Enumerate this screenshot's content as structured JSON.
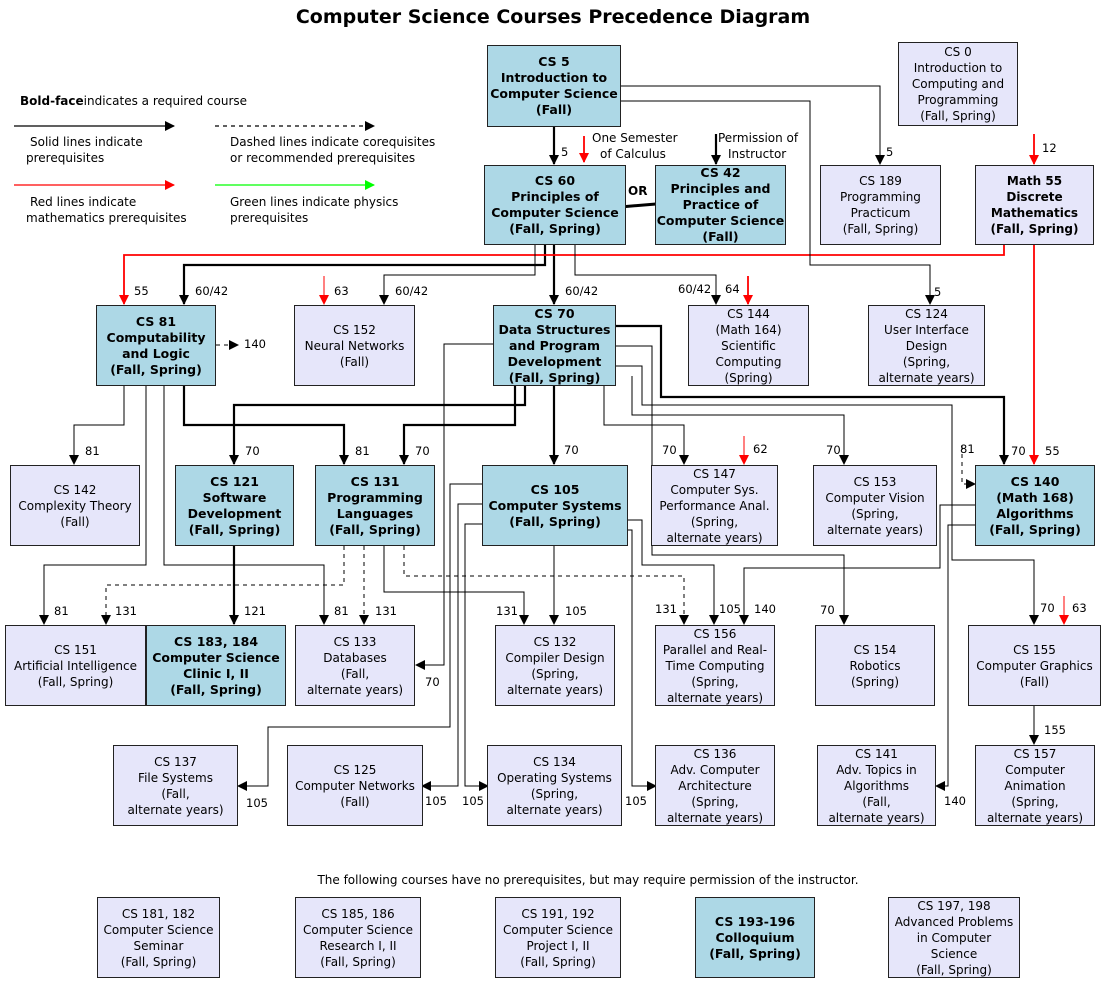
{
  "title": "Computer Science Courses Precedence Diagram",
  "legend": {
    "bold_face_word": "Bold-face",
    "bold_face_rest": "indicates a required course",
    "solid_1": "Solid lines indicate",
    "solid_2": "prerequisites",
    "dashed_1": "Dashed lines indicate corequisites",
    "dashed_2": "or recommended prerequisites",
    "red_1": "Red lines indicate",
    "red_2": "mathematics  prerequisites",
    "green_1": "Green lines indicate physics",
    "green_2": "prerequisites",
    "colors": {
      "solid": "#000000",
      "red": "#ff0000",
      "green": "#00ff00"
    }
  },
  "courses": {
    "cs5": [
      "CS 5",
      "Introduction to",
      "Computer Science",
      "(Fall)"
    ],
    "cs0": [
      "CS 0",
      "Introduction to",
      "Computing and",
      "Programming",
      "(Fall, Spring)"
    ],
    "cs60": [
      "CS 60",
      "Principles of",
      "Computer Science",
      "(Fall, Spring)"
    ],
    "cs42": [
      "CS 42",
      "Principles and",
      "Practice of",
      "Computer Science",
      "(Fall)"
    ],
    "cs189": [
      "CS 189",
      "Programming",
      "Practicum",
      "(Fall, Spring)"
    ],
    "math55": [
      "Math 55",
      "Discrete",
      "Mathematics",
      "(Fall, Spring)"
    ],
    "cs81": [
      "CS 81",
      "Computability",
      "and Logic",
      "(Fall, Spring)"
    ],
    "cs152": [
      "CS 152",
      "Neural Networks",
      "(Fall)"
    ],
    "cs70": [
      "CS 70",
      "Data Structures",
      "and Program",
      "Development",
      "(Fall, Spring)"
    ],
    "cs144": [
      "CS 144",
      "(Math 164)",
      "Scientific",
      "Computing",
      "(Spring)"
    ],
    "cs124": [
      "CS 124",
      "User Interface",
      "Design",
      "(Spring,",
      "alternate years)"
    ],
    "cs142": [
      "CS 142",
      "Complexity Theory",
      "(Fall)"
    ],
    "cs121": [
      "CS 121",
      "Software",
      "Development",
      "(Fall, Spring)"
    ],
    "cs131": [
      "CS 131",
      "Programming",
      "Languages",
      "(Fall, Spring)"
    ],
    "cs105": [
      "CS 105",
      "Computer Systems",
      "(Fall, Spring)"
    ],
    "cs147": [
      "CS 147",
      "Computer Sys.",
      "Performance Anal.",
      "(Spring,",
      "alternate years)"
    ],
    "cs153": [
      "CS 153",
      "Computer Vision",
      "(Spring,",
      "alternate years)"
    ],
    "cs140": [
      "CS 140",
      "(Math 168)",
      "Algorithms",
      "(Fall, Spring)"
    ],
    "cs151": [
      "CS 151",
      "Artificial Intelligence",
      "(Fall, Spring)"
    ],
    "cs183": [
      "CS 183, 184",
      "Computer Science",
      "Clinic I, II",
      "(Fall, Spring)"
    ],
    "cs133": [
      "CS 133",
      "Databases",
      "(Fall,",
      "alternate years)"
    ],
    "cs132": [
      "CS 132",
      "Compiler Design",
      "(Spring,",
      "alternate years)"
    ],
    "cs156": [
      "CS 156",
      "Parallel and Real-",
      "Time Computing",
      "(Spring,",
      "alternate years)"
    ],
    "cs154": [
      "CS 154",
      "Robotics",
      "(Spring)"
    ],
    "cs155": [
      "CS 155",
      "Computer Graphics",
      "(Fall)"
    ],
    "cs137": [
      "CS 137",
      "File Systems",
      "(Fall,",
      "alternate years)"
    ],
    "cs125": [
      "CS 125",
      "Computer Networks",
      "(Fall)"
    ],
    "cs134": [
      "CS 134",
      "Operating Systems",
      "(Spring,",
      "alternate years)"
    ],
    "cs136": [
      "CS 136",
      "Adv. Computer",
      "Architecture",
      "(Spring,",
      "alternate years)"
    ],
    "cs141": [
      "CS 141",
      "Adv. Topics in",
      "Algorithms",
      "(Fall,",
      "alternate years)"
    ],
    "cs157": [
      "CS 157",
      "Computer",
      "Animation",
      "(Spring,",
      "alternate years)"
    ],
    "cs181": [
      "CS 181, 182",
      "Computer Science",
      "Seminar",
      "(Fall, Spring)"
    ],
    "cs185": [
      "CS 185, 186",
      "Computer Science",
      "Research I, II",
      "(Fall, Spring)"
    ],
    "cs191": [
      "CS 191, 192",
      "Computer Science",
      "Project I, II",
      "(Fall, Spring)"
    ],
    "cs193": [
      "CS 193-196",
      "Colloquium",
      "(Fall, Spring)"
    ],
    "cs197": [
      "CS 197, 198",
      "Advanced Problems",
      "in Computer",
      "Science",
      "(Fall, Spring)"
    ]
  },
  "notes": {
    "calculus_1": "One Semester",
    "calculus_2": "of Calculus",
    "permission_1": "Permission of",
    "permission_2": "Instructor",
    "or": "OR",
    "no_prereq": "The following courses have no prerequisites, but may require permission of the instructor."
  },
  "edge_labels": {
    "l5a": "5",
    "l5b": "5",
    "l5c": "5",
    "l12": "12",
    "l55a": "55",
    "l6042a": "60/42",
    "l63a": "63",
    "l6042b": "60/42",
    "l6042c": "60/42",
    "l6042d": "60/42",
    "l64": "64",
    "l140a": "140",
    "l81a": "81",
    "l70a": "70",
    "l81b": "81",
    "l70b": "70",
    "l70c": "70",
    "l70d": "70",
    "l62": "62",
    "l70e": "70",
    "l81c": "81",
    "l70f": "70",
    "l55b": "55",
    "l81d": "81",
    "l131a": "131",
    "l121": "121",
    "l81e": "81",
    "l131b": "131",
    "l70g": "70",
    "l131c": "131",
    "l105a": "105",
    "l131d": "131",
    "l105b": "105",
    "l140b": "140",
    "l70h": "70",
    "l70i": "70",
    "l63b": "63",
    "l155": "155",
    "l105c": "105",
    "l105d": "105",
    "l105e": "105",
    "l105f": "105",
    "l140c": "140"
  }
}
